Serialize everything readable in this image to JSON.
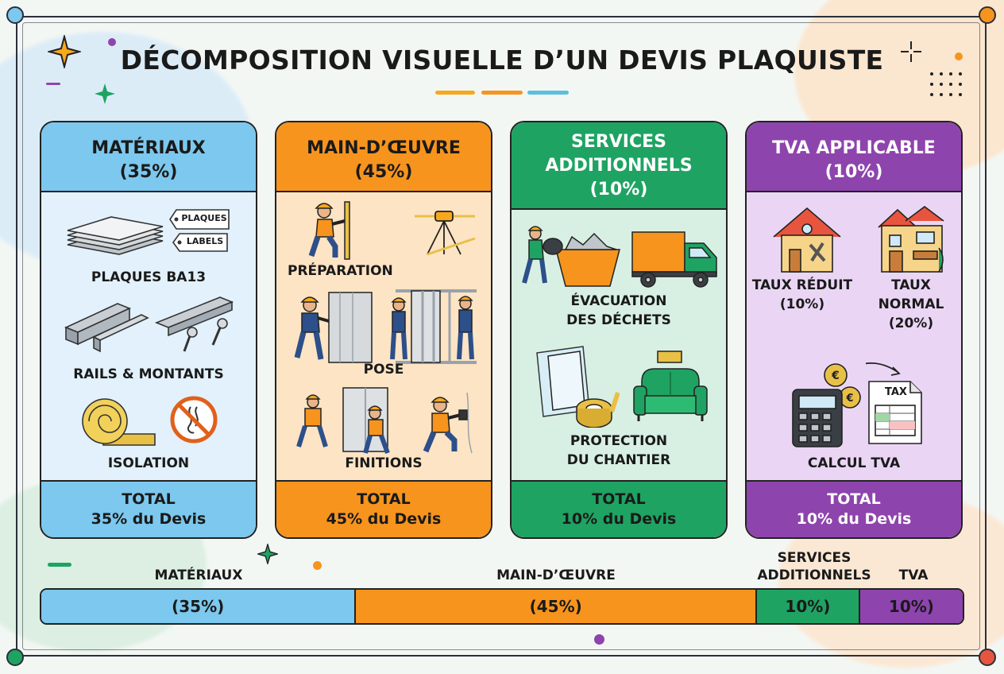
{
  "title": "DÉCOMPOSITION VISUELLE D’UN DEVIS PLAQUISTE",
  "colors": {
    "materiaux": "#7cc8ee",
    "materiaux_light": "#e2f1fb",
    "main_oeuvre": "#f7941d",
    "main_oeuvre_light": "#fde4c4",
    "services": "#1fa362",
    "services_light": "#d8f0e3",
    "tva": "#8e44ad",
    "tva_light": "#ead6f4"
  },
  "cards": {
    "materiaux": {
      "title": "MATÉRIAUX",
      "percent": "(35%)",
      "tag1": "PLAQUES",
      "tag2": "LABELS",
      "item1": "PLAQUES BA13",
      "item2": "RAILS & MONTANTS",
      "item3": "ISOLATION",
      "total": "TOTAL",
      "total_sub": "35% du Devis"
    },
    "main_oeuvre": {
      "title": "MAIN-D’ŒUVRE",
      "percent": "(45%)",
      "item1": "PRÉPARATION",
      "item2": "POSE",
      "item3": "FINITIONS",
      "total": "TOTAL",
      "total_sub": "45% du Devis"
    },
    "services": {
      "title_line1": "SERVICES",
      "title_line2": "ADDITIONNELS",
      "percent": "(10%)",
      "item1_line1": "ÉVACUATION",
      "item1_line2": "DES DÉCHETS",
      "item2_line1": "PROTECTION",
      "item2_line2": "DU CHANTIER",
      "total": "TOTAL",
      "total_sub": "10% du Devis"
    },
    "tva": {
      "title": "TVA APPLICABLE",
      "percent": "(10%)",
      "rate1_line1": "TAUX RÉDUIT",
      "rate1_line2": "(10%)",
      "rate2_line1": "TAUX",
      "rate2_line2": "NORMAL",
      "rate2_line3": "(20%)",
      "tax_doc": "TAX",
      "calc": "CALCUL TVA",
      "total": "TOTAL",
      "total_sub": "10% du Devis"
    }
  },
  "bar": {
    "segments": [
      {
        "label": "MATÉRIAUX",
        "value_label": "(35%)",
        "share": 0.35
      },
      {
        "label": "MAIN-D’ŒUVRE",
        "value_label": "(45%)",
        "share": 0.45
      },
      {
        "label_line1": "SERVICES",
        "label_line2": "ADDITIONNELS",
        "value_label": "10%)",
        "share": 0.1
      },
      {
        "label": "TVA",
        "value_label": "10%)",
        "share": 0.1
      }
    ]
  }
}
